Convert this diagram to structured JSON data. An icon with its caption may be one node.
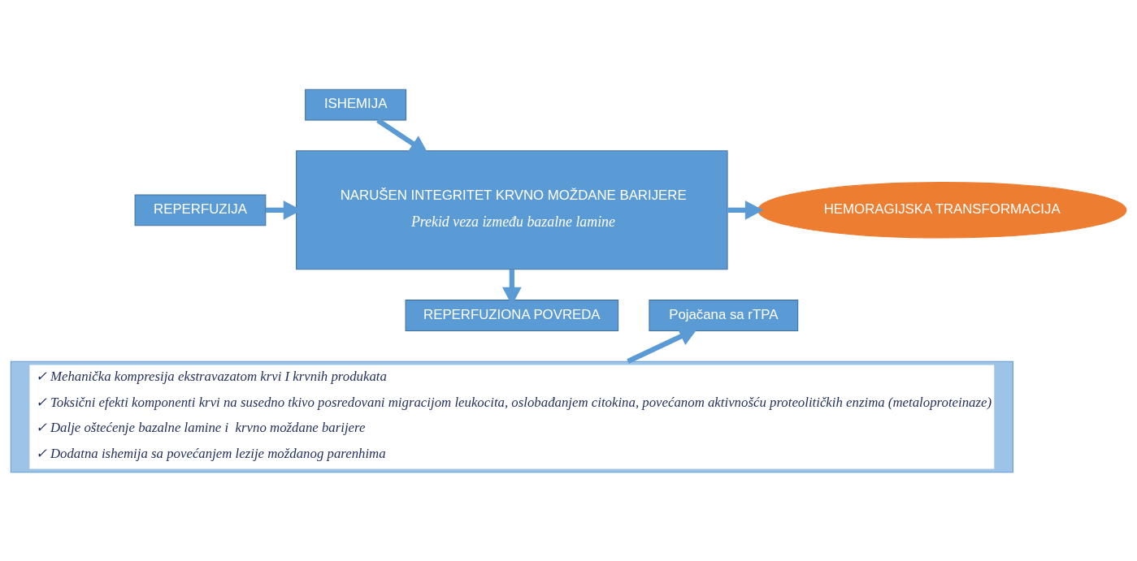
{
  "diagram": {
    "nodes": [
      {
        "text": [
          "ISHEMIJA"
        ]
      },
      {
        "text": [
          "NARUŠEN INTEGRITET KRVNO MOŽDANE BARIJERE",
          "Prekid veza između bazalne lamine"
        ]
      },
      {
        "text": [
          "REPERFUZIJA"
        ]
      },
      {
        "text": [
          "HEMORAGIJSKA TRANSFORMACIJA"
        ]
      },
      {
        "text": [
          "Pojačana sa rTPA"
        ]
      },
      {
        "text": [
          "REPERFUZIONA POVREDA"
        ]
      },
      {
        "text": [
          "✓ Mehanička kompresija ekstravazatom krvi I krvnih produkata",
          "✓ Toksični efekti komponenti krvi na susedno tkivo posredovani migracijom leukocita, oslobađanjem citokina, povećanom aktivnošću proteolitičkih enzima (metaloproteinaze)",
          "✓ Dalje oštećenje bazalne lamine i  krvno moždane barijere",
          "✓ Dodatna ishemija sa povećanjem lezije moždanog parenhima"
        ]
      }
    ],
    "edges": [
      {
        "from": 0,
        "to": 1,
        "arrow": "to"
      },
      {
        "from": 2,
        "to": 1,
        "arrow": "to"
      },
      {
        "from": 1,
        "to": 3,
        "arrow": "to"
      },
      {
        "from": 1,
        "to": 5,
        "arrow": "to"
      },
      {
        "from": 6,
        "to": 4,
        "arrow": "to"
      }
    ]
  }
}
